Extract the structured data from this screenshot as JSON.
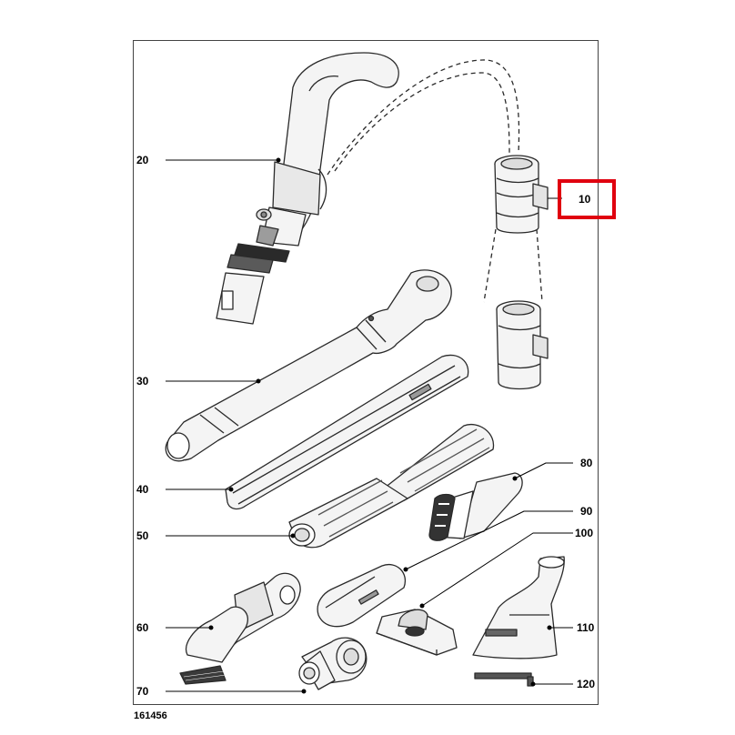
{
  "diagram": {
    "document_number": "161456",
    "highlight_color": "#e0000f",
    "callouts": [
      {
        "id": "c10",
        "label": "10"
      },
      {
        "id": "c20",
        "label": "20"
      },
      {
        "id": "c30",
        "label": "30"
      },
      {
        "id": "c40",
        "label": "40"
      },
      {
        "id": "c50",
        "label": "50"
      },
      {
        "id": "c60",
        "label": "60"
      },
      {
        "id": "c70",
        "label": "70"
      },
      {
        "id": "c80",
        "label": "80"
      },
      {
        "id": "c90",
        "label": "90"
      },
      {
        "id": "c100",
        "label": "100"
      },
      {
        "id": "c110",
        "label": "110"
      },
      {
        "id": "c120",
        "label": "120"
      }
    ],
    "highlighted_callout": "10"
  }
}
